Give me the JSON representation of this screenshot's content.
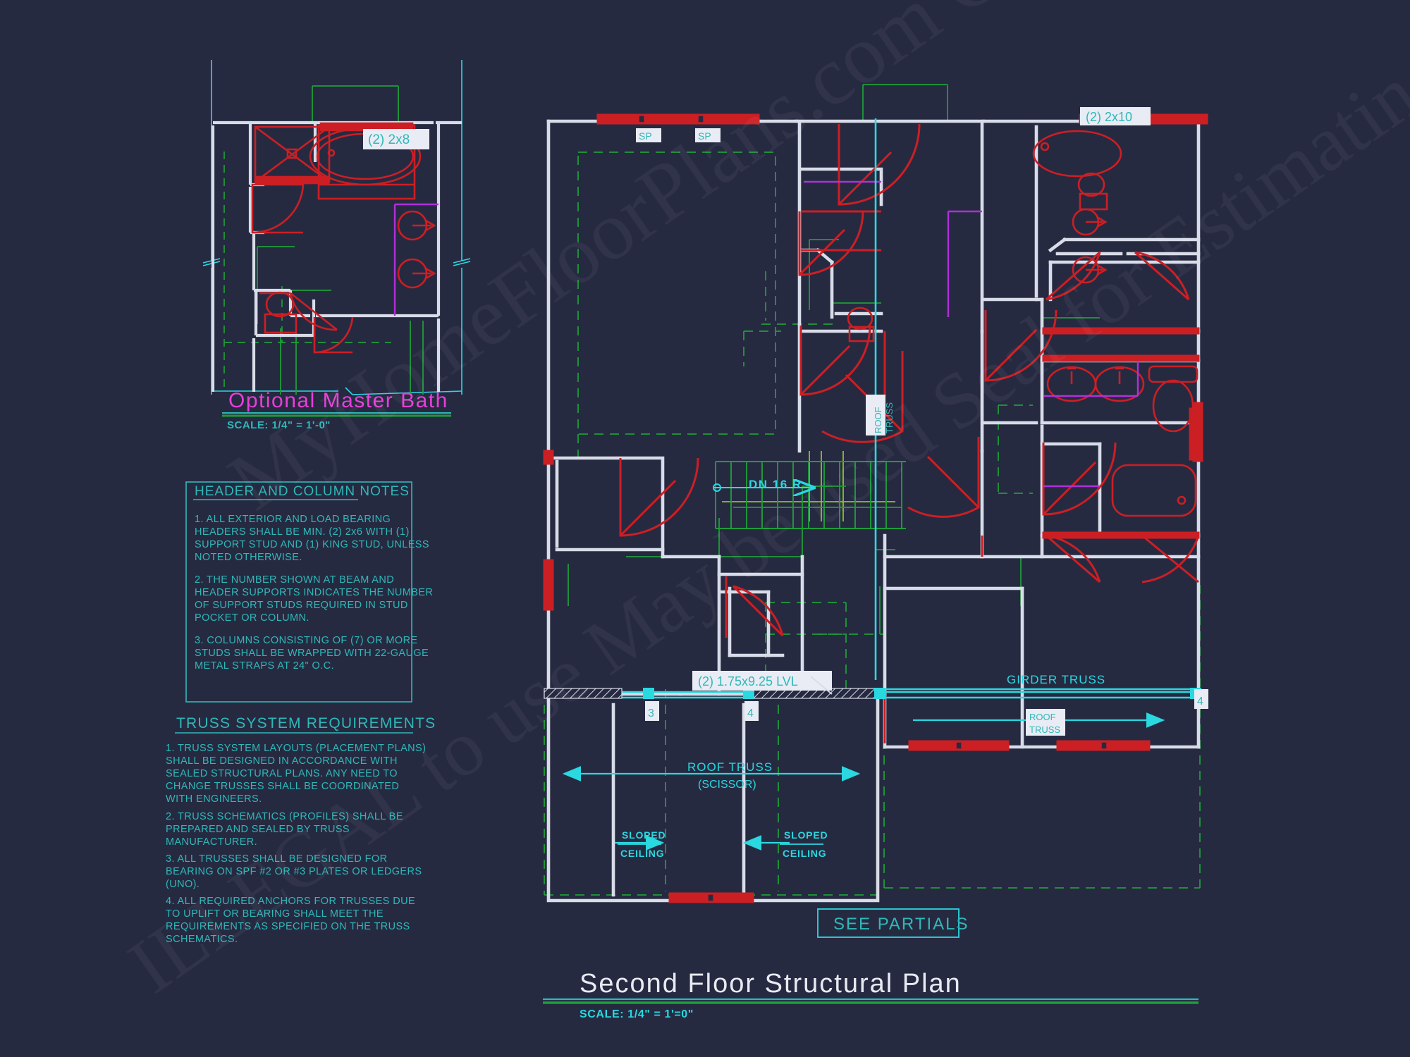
{
  "sheet": {
    "background_color": "#262a41",
    "watermarks": [
      "MyHomeFloorPlans.com Construction",
      "ILLEGAL to use     May be used Seal for Estimating"
    ]
  },
  "colors": {
    "cyan": "#2ad8e0",
    "teal_text": "#2fb8b8",
    "magenta": "#e83ed8",
    "red": "#cc1f24",
    "green": "#1f9c3a",
    "white": "#d8dce8",
    "yellow_green": "#8fbf1f",
    "violet": "#b030d8",
    "title_white": "#e8eaf2",
    "label_bg": "#e9ecf4"
  },
  "detail_title": {
    "name": "Optional Master Bath",
    "scale": "SCALE: 1/4\" = 1'-0\""
  },
  "main_title": {
    "name": "Second Floor Structural Plan",
    "scale": "SCALE:  1/4\"  =  1'=0\""
  },
  "header_notes": {
    "heading": "HEADER AND COLUMN NOTES",
    "items": [
      "1. ALL EXTERIOR AND LOAD BEARING HEADERS SHALL BE MIN. (2) 2x6 WITH (1) SUPPORT STUD AND (1) KING STUD, UNLESS NOTED OTHERWISE.",
      "2. THE NUMBER SHOWN AT BEAM AND HEADER SUPPORTS INDICATES THE NUMBER OF SUPPORT STUDS REQUIRED IN STUD POCKET OR COLUMN.",
      "3. COLUMNS CONSISTING OF (7) OR MORE STUDS SHALL BE WRAPPED WITH 22-GAUGE METAL STRAPS AT 24\" O.C."
    ],
    "lines": [
      [
        "1. ALL EXTERIOR AND LOAD BEARING",
        "HEADERS SHALL BE MIN. (2) 2x6 WITH (1)",
        "SUPPORT STUD AND (1) KING STUD, UNLESS",
        "NOTED OTHERWISE."
      ],
      [
        "2. THE NUMBER SHOWN AT BEAM AND",
        "HEADER SUPPORTS INDICATES THE NUMBER",
        "OF SUPPORT STUDS REQUIRED IN STUD",
        "POCKET OR COLUMN."
      ],
      [
        "3. COLUMNS CONSISTING OF (7) OR MORE",
        "STUDS SHALL BE WRAPPED WITH 22-GAUGE",
        "METAL STRAPS AT 24\" O.C."
      ]
    ]
  },
  "truss_notes": {
    "heading": "TRUSS SYSTEM REQUIREMENTS",
    "lines": [
      [
        "1. TRUSS SYSTEM LAYOUTS (PLACEMENT PLANS)",
        "SHALL BE DESIGNED IN ACCORDANCE WITH",
        "SEALED STRUCTURAL PLANS. ANY NEED TO",
        "CHANGE TRUSSES SHALL BE COORDINATED",
        "WITH   ENGINEERS."
      ],
      [
        "2. TRUSS SCHEMATICS (PROFILES) SHALL BE",
        "PREPARED AND SEALED BY TRUSS",
        "MANUFACTURER."
      ],
      [
        "3. ALL TRUSSES SHALL BE DESIGNED FOR",
        "BEARING ON SPF #2 OR #3 PLATES OR LEDGERS",
        "(UNO)."
      ],
      [
        "4. ALL REQUIRED ANCHORS FOR TRUSSES DUE",
        "TO UPLIFT OR BEARING SHALL MEET THE",
        "REQUIREMENTS AS SPECIFIED ON THE TRUSS",
        "SCHEMATICS."
      ]
    ]
  },
  "callouts": {
    "header_2x8": "(2) 2x8",
    "header_2x10": "(2) 2x10",
    "lvl_beam": "(2) 1.75x9.25 LVL",
    "girder_truss": "GIRDER TRUSS",
    "roof_truss": "ROOF TRUSS",
    "roof_truss_line1": "ROOF",
    "roof_truss_line2": "TRUSS",
    "roof_truss_scissor_1": "ROOF TRUSS",
    "roof_truss_scissor_2": "(SCISSOR)",
    "sloped_ceiling_1": "SLOPED",
    "sloped_ceiling_2": "CEILING",
    "stair_note": "DN 16 R",
    "see_partials": "SEE PARTIALS",
    "sp_tag": "SP",
    "col_3": "3",
    "col_4": "4",
    "col_4b": "4"
  }
}
